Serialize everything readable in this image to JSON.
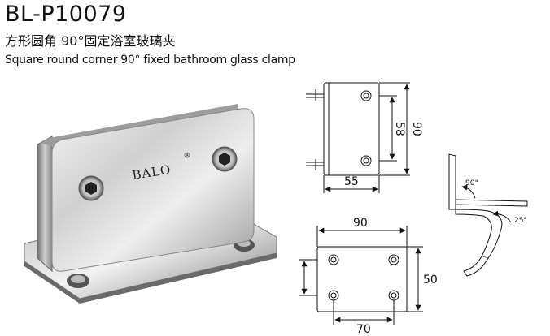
{
  "header": {
    "model": "BL-P10079",
    "title_cn": "方形圆角 90°固定浴室玻璃夹",
    "title_en": "Square round corner 90° fixed bathroom glass clamp"
  },
  "product": {
    "brand": "BALO",
    "brand_mark": "®"
  },
  "side_view": {
    "height_outer": "90",
    "height_inner": "58",
    "width": "55"
  },
  "profile_view": {
    "angle_top": "90°",
    "angle_bottom": "25°"
  },
  "base_view": {
    "width": "90",
    "height": "50",
    "hole_spacing": "70"
  }
}
